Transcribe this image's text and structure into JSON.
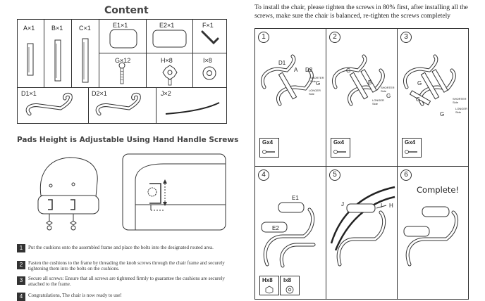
{
  "left": {
    "content_title": "Content",
    "parts": [
      {
        "id": "A",
        "label": "A×1"
      },
      {
        "id": "B",
        "label": "B×1"
      },
      {
        "id": "C",
        "label": "C×1"
      },
      {
        "id": "E1",
        "label": "E1×1"
      },
      {
        "id": "E2",
        "label": "E2×1"
      },
      {
        "id": "F",
        "label": "F×1"
      },
      {
        "id": "G",
        "label": "G×12"
      },
      {
        "id": "H",
        "label": "H×8"
      },
      {
        "id": "I",
        "label": "I×8"
      },
      {
        "id": "D1",
        "label": "D1×1"
      },
      {
        "id": "D2",
        "label": "D2×1"
      },
      {
        "id": "J",
        "label": "J×2"
      }
    ],
    "pads_title": "Pads Height is Adjustable Using Hand Handle Screws",
    "steps": [
      {
        "num": "1",
        "text": "Put the cushions onto the assembled frame and place the bolts into the designated routed area."
      },
      {
        "num": "2",
        "text": "Fasten the cushions to the frame by threading the knob screws through the chair frame and securely tightening them into the bolts on the cushions."
      },
      {
        "num": "3",
        "text": "Secure all screws: Ensure that all screws are tightened firmly to guarantee the cushions are securely attached to the frame."
      },
      {
        "num": "4",
        "text": "Congratulations, The chair is now ready to use!"
      }
    ]
  },
  "right": {
    "intro": "To install the chair, please tighten the screws in 80% first, after installing all the screws, make sure the chair is balanced, re-tighten the screws completely",
    "panels": [
      {
        "num": "1",
        "labels": [
          "D1",
          "A",
          "D2",
          "SHORTER Side",
          "LONGER Side"
        ],
        "hardware": "Gx4"
      },
      {
        "num": "2",
        "labels": [
          "G",
          "B",
          "SHORTER Side",
          "LONGER Side",
          "G"
        ],
        "hardware": "Gx4"
      },
      {
        "num": "3",
        "labels": [
          "G",
          "C",
          "SHORTER Side",
          "LONGER Side",
          "G"
        ],
        "hardware": "Gx4"
      },
      {
        "num": "4",
        "labels": [
          "E1",
          "E2"
        ],
        "hardware_list": [
          "Hx8",
          "Ix8"
        ]
      },
      {
        "num": "5",
        "labels": [
          "J",
          "I",
          "H"
        ]
      },
      {
        "num": "6",
        "labels": [],
        "complete": "Complete!"
      }
    ]
  }
}
